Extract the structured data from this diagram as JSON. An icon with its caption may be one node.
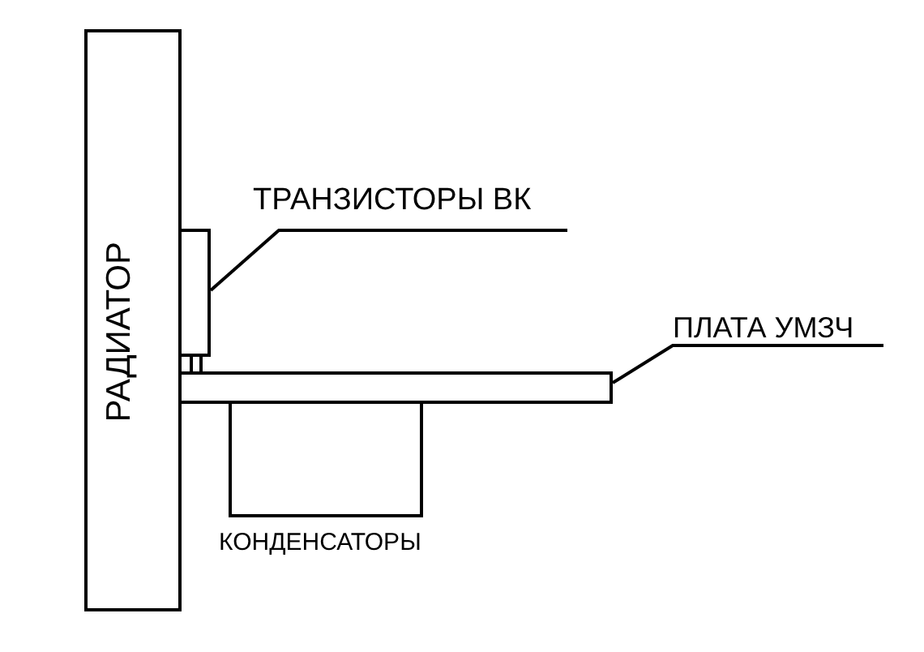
{
  "diagram": {
    "nodes": [
      {
        "text": [
          "РАДИАТОР"
        ]
      },
      {
        "text": [
          "ТРАНЗИСТОРЫ ВК"
        ]
      },
      {
        "text": [],
        "shape": "box"
      },
      {
        "text": [
          "ПЛАТА УМЗЧ"
        ]
      },
      {
        "text": [],
        "shape": "box"
      },
      {
        "text": [],
        "shape": "box",
        "beside": [
          "КОНДЕНСАТОРЫ"
        ]
      }
    ],
    "edges": [
      {
        "from": 1,
        "to": 2,
        "arrow": "none"
      },
      {
        "from": 3,
        "to": 4,
        "arrow": "none"
      },
      {
        "from": 2,
        "to": 4,
        "arrow": "none"
      },
      {
        "from": 2,
        "to": 4,
        "arrow": "none"
      }
    ]
  }
}
